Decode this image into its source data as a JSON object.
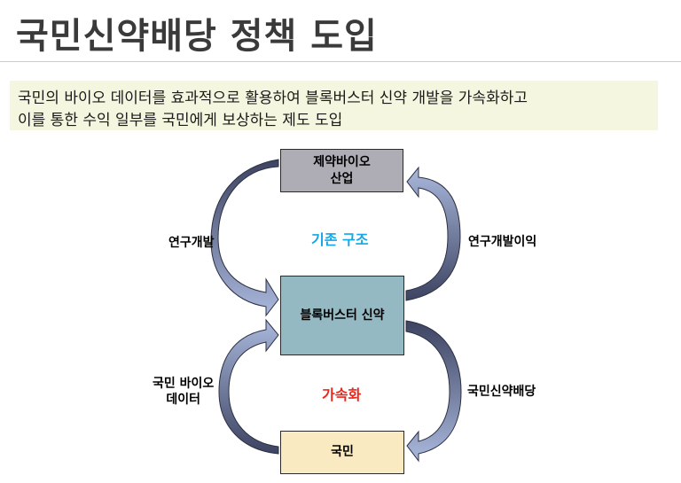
{
  "title": "국민신약배당 정책 도입",
  "summary": {
    "line1": "국민의 바이오 데이터를 효과적으로 활용하여 블록버스터 신약 개발을 가속화하고",
    "line2": "이를 통한 수익 일부를 국민에게 보상하는 제도 도입"
  },
  "nodes": {
    "pharma_line1": "제약바이오",
    "pharma_line2": "산업",
    "blockbuster": "블록버스터 신약",
    "citizen": "국민"
  },
  "edges": {
    "rd": "연구개발",
    "rd_profit": "연구개발이익",
    "citizen_data_line1": "국민 바이오",
    "citizen_data_line2": "데이터",
    "dividend": "국민신약배당"
  },
  "cycles": {
    "top": "기존 구조",
    "bottom": "가속화"
  },
  "colors": {
    "arrow_dark": "#3d4361",
    "arrow_light": "#a9b8dc",
    "pharma_box": "#aeacb5",
    "blockbuster_box": "#95b9c3",
    "citizen_box": "#faeac1",
    "existing_label": "#14a6e6",
    "accelerate_label": "#e8281e"
  }
}
